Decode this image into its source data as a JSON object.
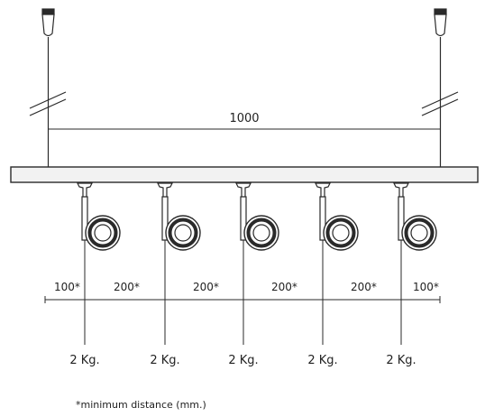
{
  "colors": {
    "line": "#2a2a2a",
    "bar_fill": "#f2f2f2",
    "background": "#ffffff"
  },
  "suspension_span": "1000",
  "spacing_labels": [
    "100*",
    "200*",
    "200*",
    "200*",
    "200*",
    "100*"
  ],
  "load_labels": [
    "2 Kg.",
    "2 Kg.",
    "2 Kg.",
    "2 Kg.",
    "2 Kg."
  ],
  "footnote": "*minimum distance (mm.)",
  "icons": [
    "ceiling-canopy-icon",
    "cable-break-icon",
    "track-spotlight-icon"
  ]
}
